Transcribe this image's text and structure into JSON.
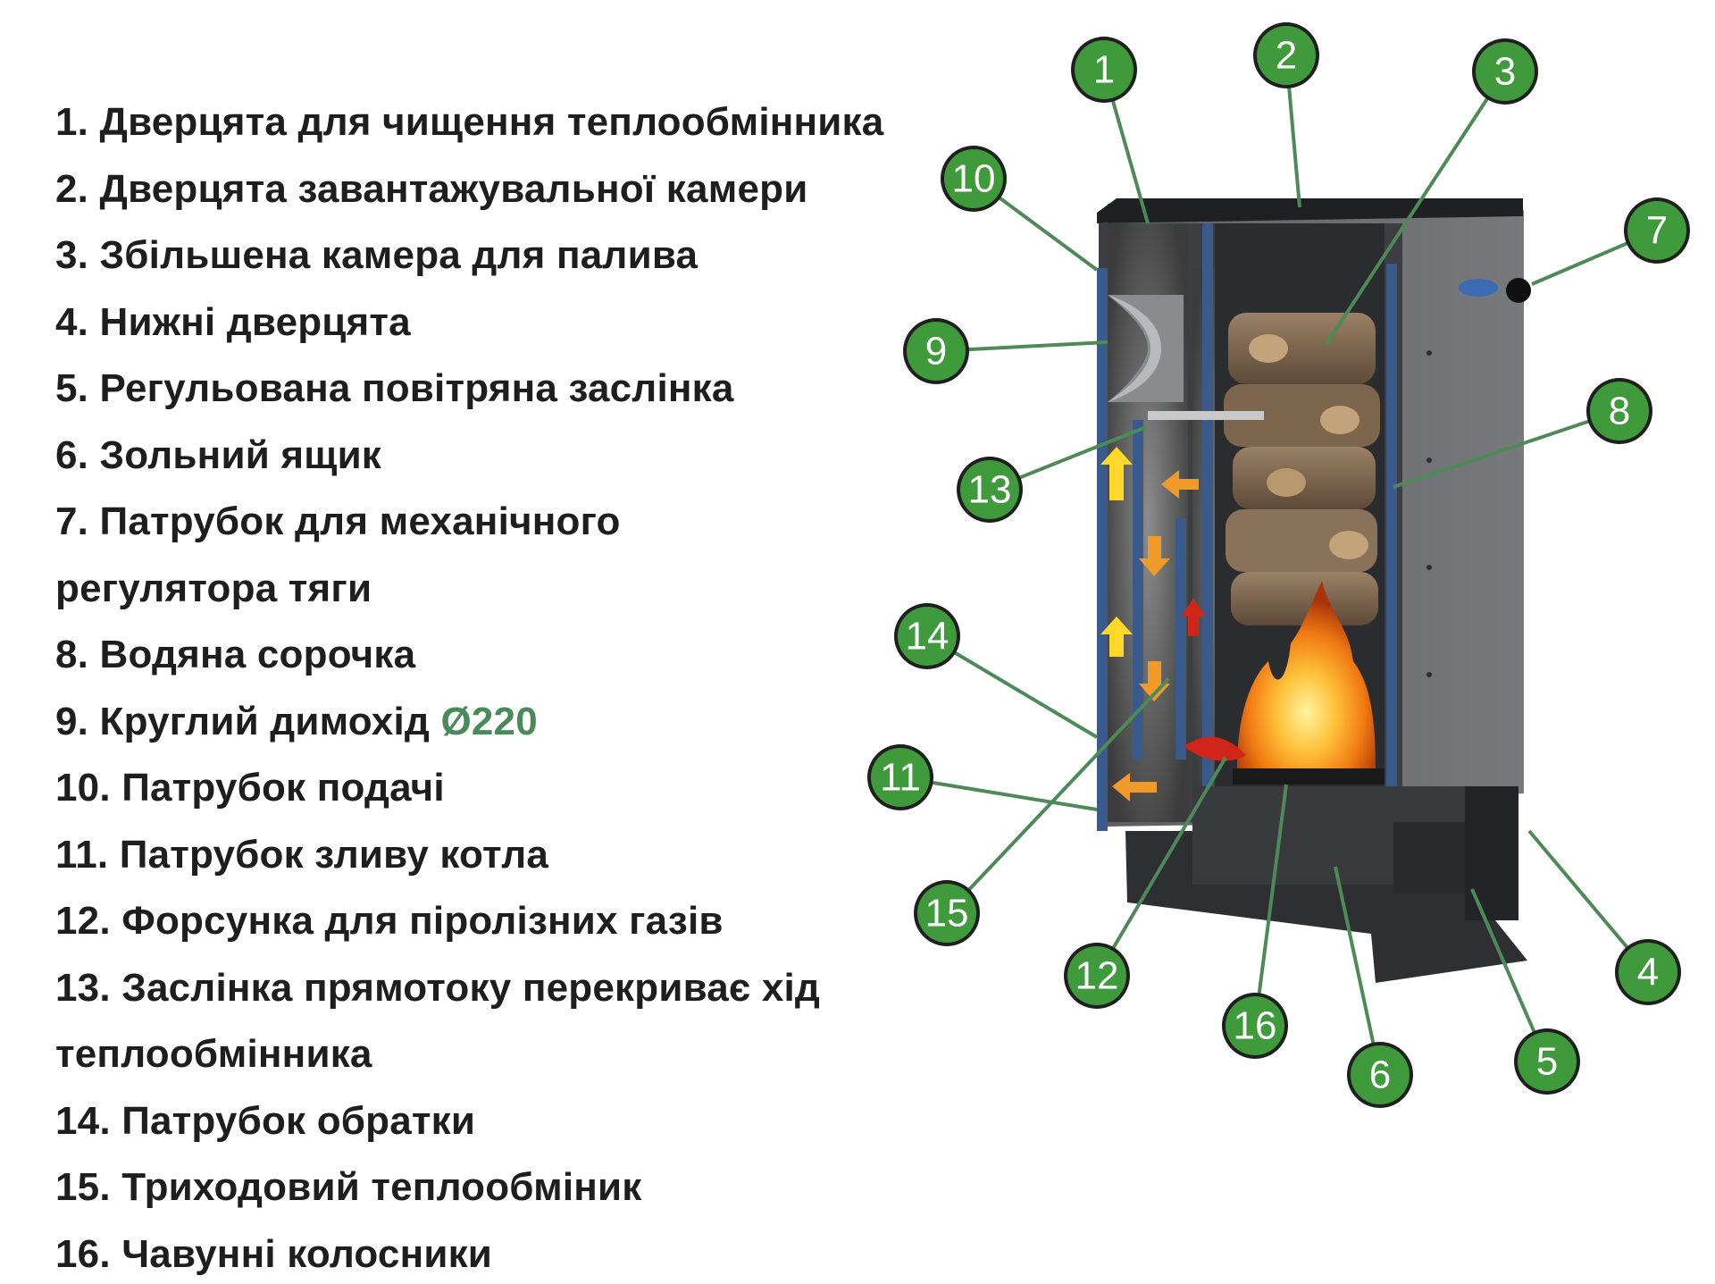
{
  "legend": [
    {
      "text": "1. Дверцята для чищення теплообмінника"
    },
    {
      "text": "2. Дверцята завантажувальної камери"
    },
    {
      "text": "3. Збільшена камера для палива"
    },
    {
      "text": "4. Нижні дверцята"
    },
    {
      "text": "5. Регульована повітряна заслінка"
    },
    {
      "text": "6. Зольний ящик"
    },
    {
      "text": "7. Патрубок для  механічного"
    },
    {
      "text": "регулятора тяги"
    },
    {
      "text": "8. Водяна сорочка"
    },
    {
      "text": "9. Круглий димохід ",
      "accent": "Ø220"
    },
    {
      "text": "10. Патрубок подачі"
    },
    {
      "text": "11. Патрубок зливу котла"
    },
    {
      "text": "12. Форсунка для піролізних газів"
    },
    {
      "text": "13. Заслінка прямотоку перекриває хід"
    },
    {
      "text": "теплообмінника"
    },
    {
      "text": "14. Патрубок обратки"
    },
    {
      "text": "15. Триходовий теплообміник"
    },
    {
      "text": "16. Чавунні колосники"
    }
  ],
  "badges": [
    "1",
    "2",
    "3",
    "4",
    "5",
    "6",
    "7",
    "8",
    "9",
    "10",
    "11",
    "12",
    "13",
    "14",
    "15",
    "16"
  ],
  "colors": {
    "badge_fill": "#3f9a3c",
    "badge_ring": "#1f1f1f",
    "leader": "#4d8a57",
    "legend_text": "#1e1e1e",
    "accent": "#4a8a5a",
    "water_jacket": "#3a5a8c",
    "boiler_body": "#5b5d61",
    "flame": "#f59a1c"
  }
}
